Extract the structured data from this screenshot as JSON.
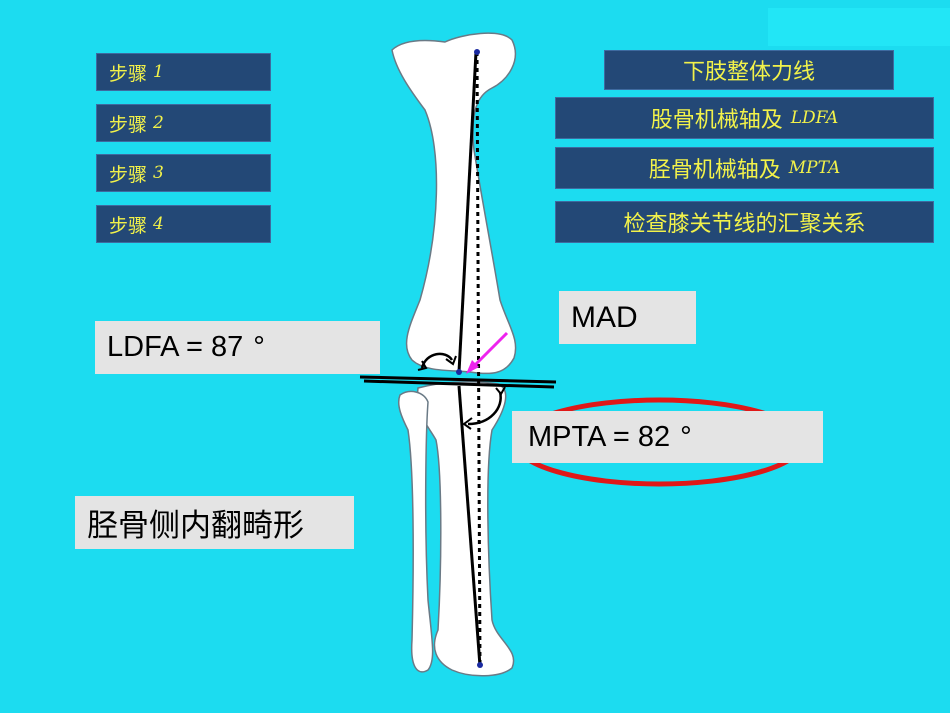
{
  "steps": [
    {
      "label": "步骤",
      "num": "1"
    },
    {
      "label": "步骤",
      "num": "2"
    },
    {
      "label": "步骤",
      "num": "3"
    },
    {
      "label": "步骤",
      "num": "4"
    }
  ],
  "topics": {
    "limb_axis": "下肢整体力线",
    "femur": {
      "label": "股骨机械轴及",
      "abbr": "LDFA"
    },
    "tibia": {
      "label": "胫骨机械轴及",
      "abbr": "MPTA"
    },
    "knee": "检查膝关节线的汇聚关系"
  },
  "labels": {
    "ldfa": "LDFA =  87",
    "mad": "MAD",
    "mpta": "MPTA = 82",
    "degree": "°",
    "deformity": "胫骨侧内翻畸形"
  },
  "colors": {
    "background": "#1cdcf0",
    "button_bg": "#234876",
    "button_text": "#f2f24a",
    "label_bg": "#e4e4e4",
    "mad_arrow": "#ee22ee",
    "highlight_ellipse": "#e01818",
    "bone": "#ffffff"
  }
}
